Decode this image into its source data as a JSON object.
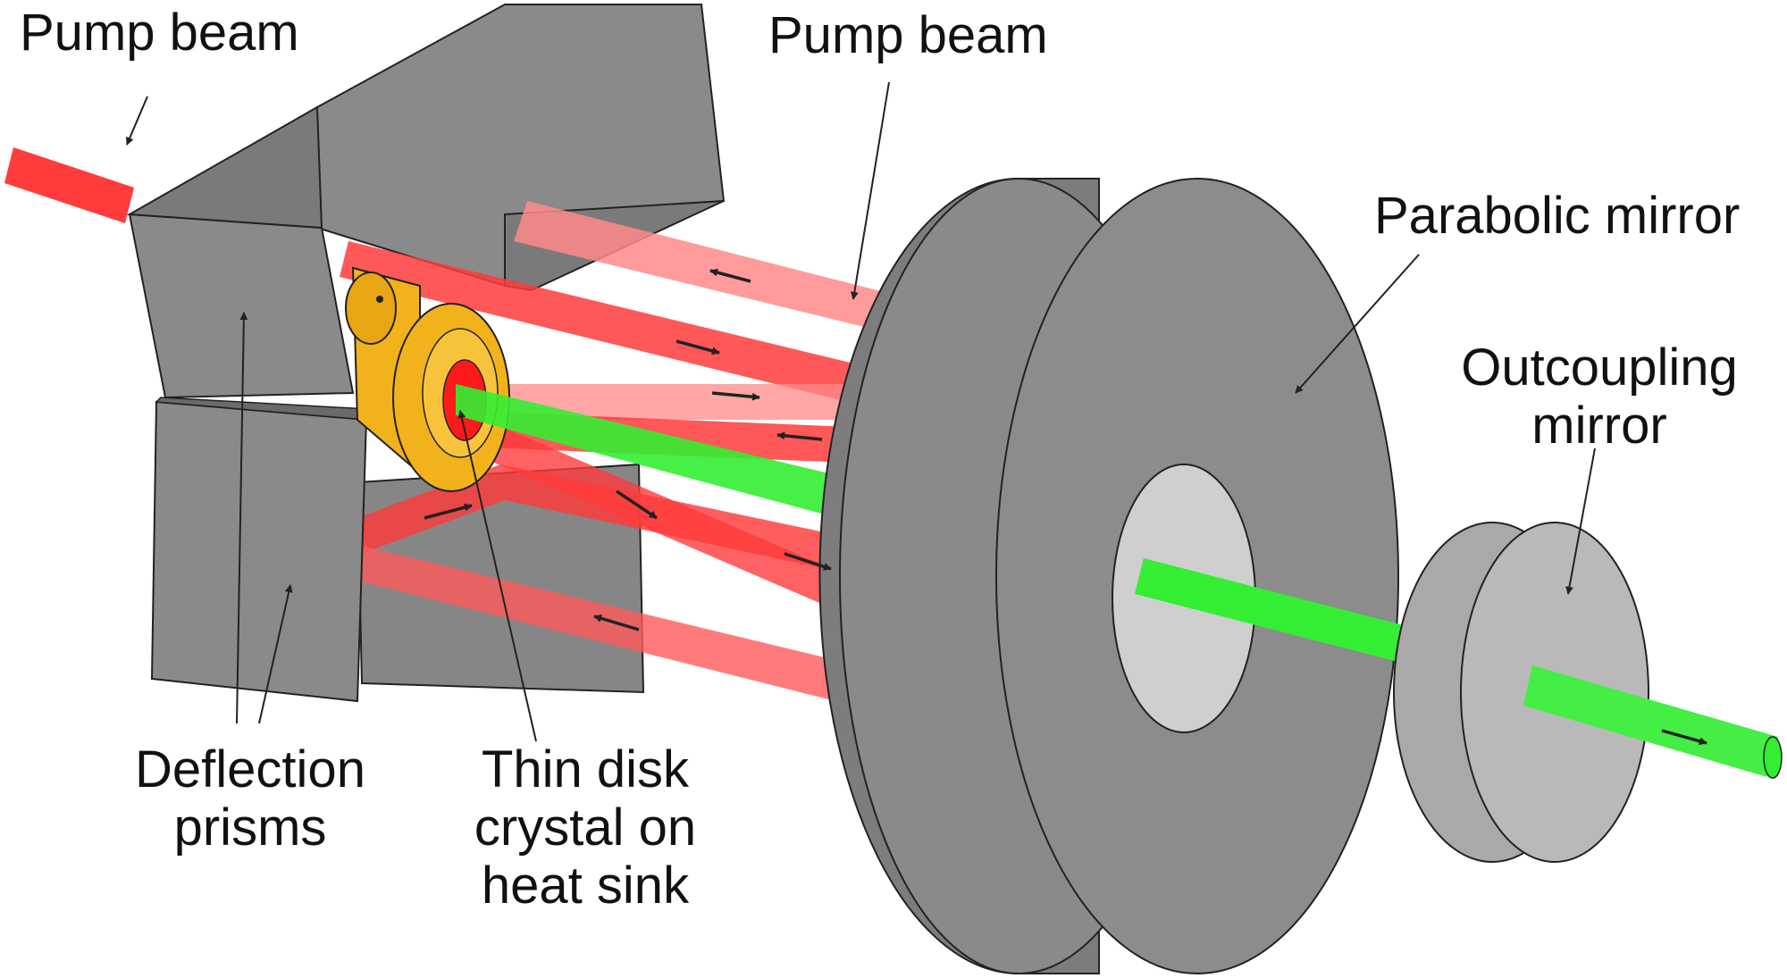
{
  "labels": {
    "pump_beam_left": "Pump beam",
    "pump_beam_right": "Pump beam",
    "parabolic_mirror": "Parabolic mirror",
    "outcoupling_line1": "Outcoupling",
    "outcoupling_line2": "mirror",
    "deflection_line1": "Deflection",
    "deflection_line2": "prisms",
    "thin_disk_line1": "Thin disk",
    "thin_disk_line2": "crystal on",
    "thin_disk_line3": "heat sink"
  },
  "colors": {
    "pump_beam": "#ff3b3b",
    "pump_beam_faded": "#ff8a8a",
    "laser_beam": "#33ee33",
    "optic_gray": "#8a8a8a",
    "optic_gray_dark": "#707070",
    "bore_gray": "#cfcfcf",
    "heat_sink": "#f2b21c",
    "disk_crystal": "#ff1a1a",
    "outline": "#222222"
  }
}
